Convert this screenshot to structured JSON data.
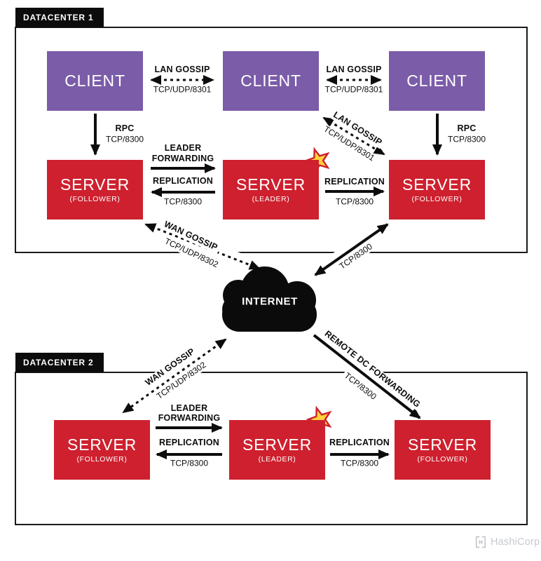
{
  "colors": {
    "client_purple": "#7B5CA8",
    "server_red": "#CE202E",
    "ink_black": "#0d0d0d",
    "star_yellow": "#FFD23A",
    "brand_gray": "#C6C9CE",
    "background": "#ffffff"
  },
  "datacenter1": {
    "label": "DATACENTER 1",
    "clients": [
      {
        "label": "CLIENT"
      },
      {
        "label": "CLIENT"
      },
      {
        "label": "CLIENT"
      }
    ],
    "servers": [
      {
        "label": "SERVER",
        "role": "(FOLLOWER)"
      },
      {
        "label": "SERVER",
        "role": "(LEADER)",
        "starred": true
      },
      {
        "label": "SERVER",
        "role": "(FOLLOWER)"
      }
    ]
  },
  "datacenter2": {
    "label": "DATACENTER 2",
    "servers": [
      {
        "label": "SERVER",
        "role": "(FOLLOWER)"
      },
      {
        "label": "SERVER",
        "role": "(LEADER)",
        "starred": true
      },
      {
        "label": "SERVER",
        "role": "(FOLLOWER)"
      }
    ]
  },
  "internet": {
    "label": "INTERNET"
  },
  "edges": {
    "lan_gossip": {
      "label": "LAN GOSSIP",
      "port": "TCP/UDP/8301"
    },
    "rpc": {
      "label": "RPC",
      "port": "TCP/8300"
    },
    "leader_forwarding": {
      "line1": "LEADER",
      "line2": "FORWARDING"
    },
    "replication": {
      "label": "REPLICATION",
      "port": "TCP/8300"
    },
    "wan_gossip": {
      "label": "WAN GOSSIP",
      "port": "TCP/UDP/8302"
    },
    "remote_dc_forwarding": {
      "label": "REMOTE DC FORWARDING",
      "port": "TCP/8300"
    },
    "server_internet": {
      "port": "TCP/8300"
    }
  },
  "footer": {
    "brand": "HashiCorp"
  }
}
